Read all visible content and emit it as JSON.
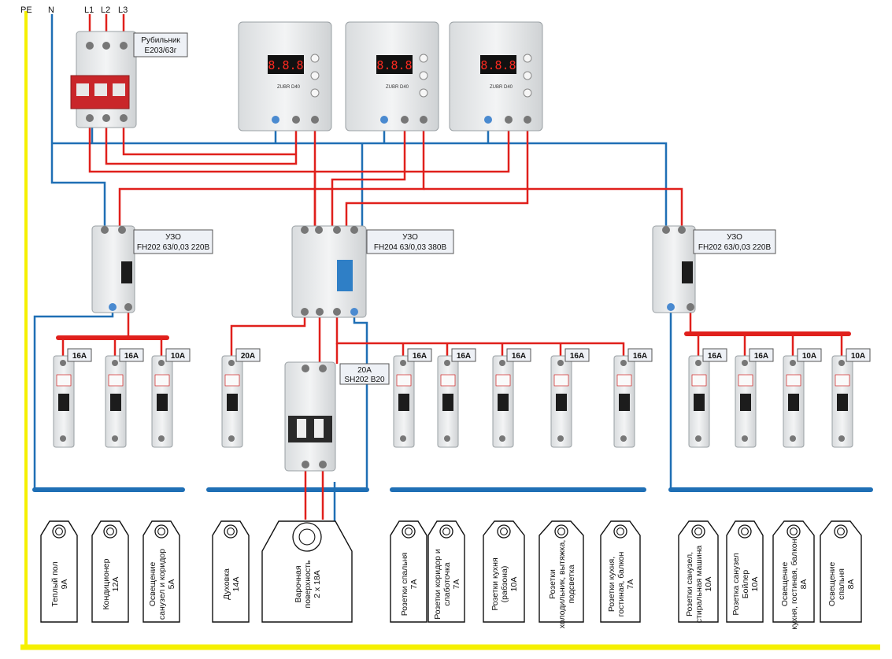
{
  "bus_labels": {
    "pe": "PE",
    "n": "N",
    "l1": "L1",
    "l2": "L2",
    "l3": "L3"
  },
  "main_switch": {
    "line1": "Рубильник",
    "line2": "E203/63г"
  },
  "rcd_left": {
    "line1": "УЗО",
    "line2": "FH202 63/0,03 220В"
  },
  "rcd_center": {
    "line1": "УЗО",
    "line2": "FH204 63/0,03 380В"
  },
  "rcd_right": {
    "line1": "УЗО",
    "line2": "FH202 63/0,03 220В"
  },
  "sh202": {
    "line1": "20A",
    "line2": "SH202 B20"
  },
  "voltage_relay": {
    "display": "8.8.8",
    "brand": "ZUBR D40"
  },
  "breakers": {
    "left": [
      "16A",
      "16A",
      "10A"
    ],
    "oven": "20A",
    "center": [
      "16A",
      "16A",
      "16A",
      "16A",
      "16A"
    ],
    "right": [
      "16A",
      "16A",
      "10A",
      "10A"
    ]
  },
  "tags": [
    {
      "l1": "Теплый пол",
      "l2": "9А",
      "l3": ""
    },
    {
      "l1": "Кондиционер",
      "l2": "12А",
      "l3": ""
    },
    {
      "l1": "Освещение",
      "l2": "санузел и коридор",
      "l3": "5А"
    },
    {
      "l1": "Духовка",
      "l2": "14А",
      "l3": ""
    },
    {
      "l1": "Варочная",
      "l2": "поверхность",
      "l3": "2 х 18А"
    },
    {
      "l1": "Розетки спальня",
      "l2": "7А",
      "l3": ""
    },
    {
      "l1": "Розетки коридор и",
      "l2": "слаботочка",
      "l3": "7А"
    },
    {
      "l1": "Розетки кухня",
      "l2": "(рабзона)",
      "l3": "10А"
    },
    {
      "l1": "Розетки",
      "l2": "холодильник, вытяжка,",
      "l3": "подсветка"
    },
    {
      "l1": "Розетки кухня,",
      "l2": "гостиная, балкон",
      "l3": "7А"
    },
    {
      "l1": "Розетки санузел,",
      "l2": "стиральная машина",
      "l3": "10А"
    },
    {
      "l1": "Розетка санузел",
      "l2": "Бойлер",
      "l3": "10А"
    },
    {
      "l1": "Освещение",
      "l2": "кухня, гостиная, балкон",
      "l3": "8А"
    },
    {
      "l1": "Освещение",
      "l2": "спальня",
      "l3": "8А"
    }
  ]
}
